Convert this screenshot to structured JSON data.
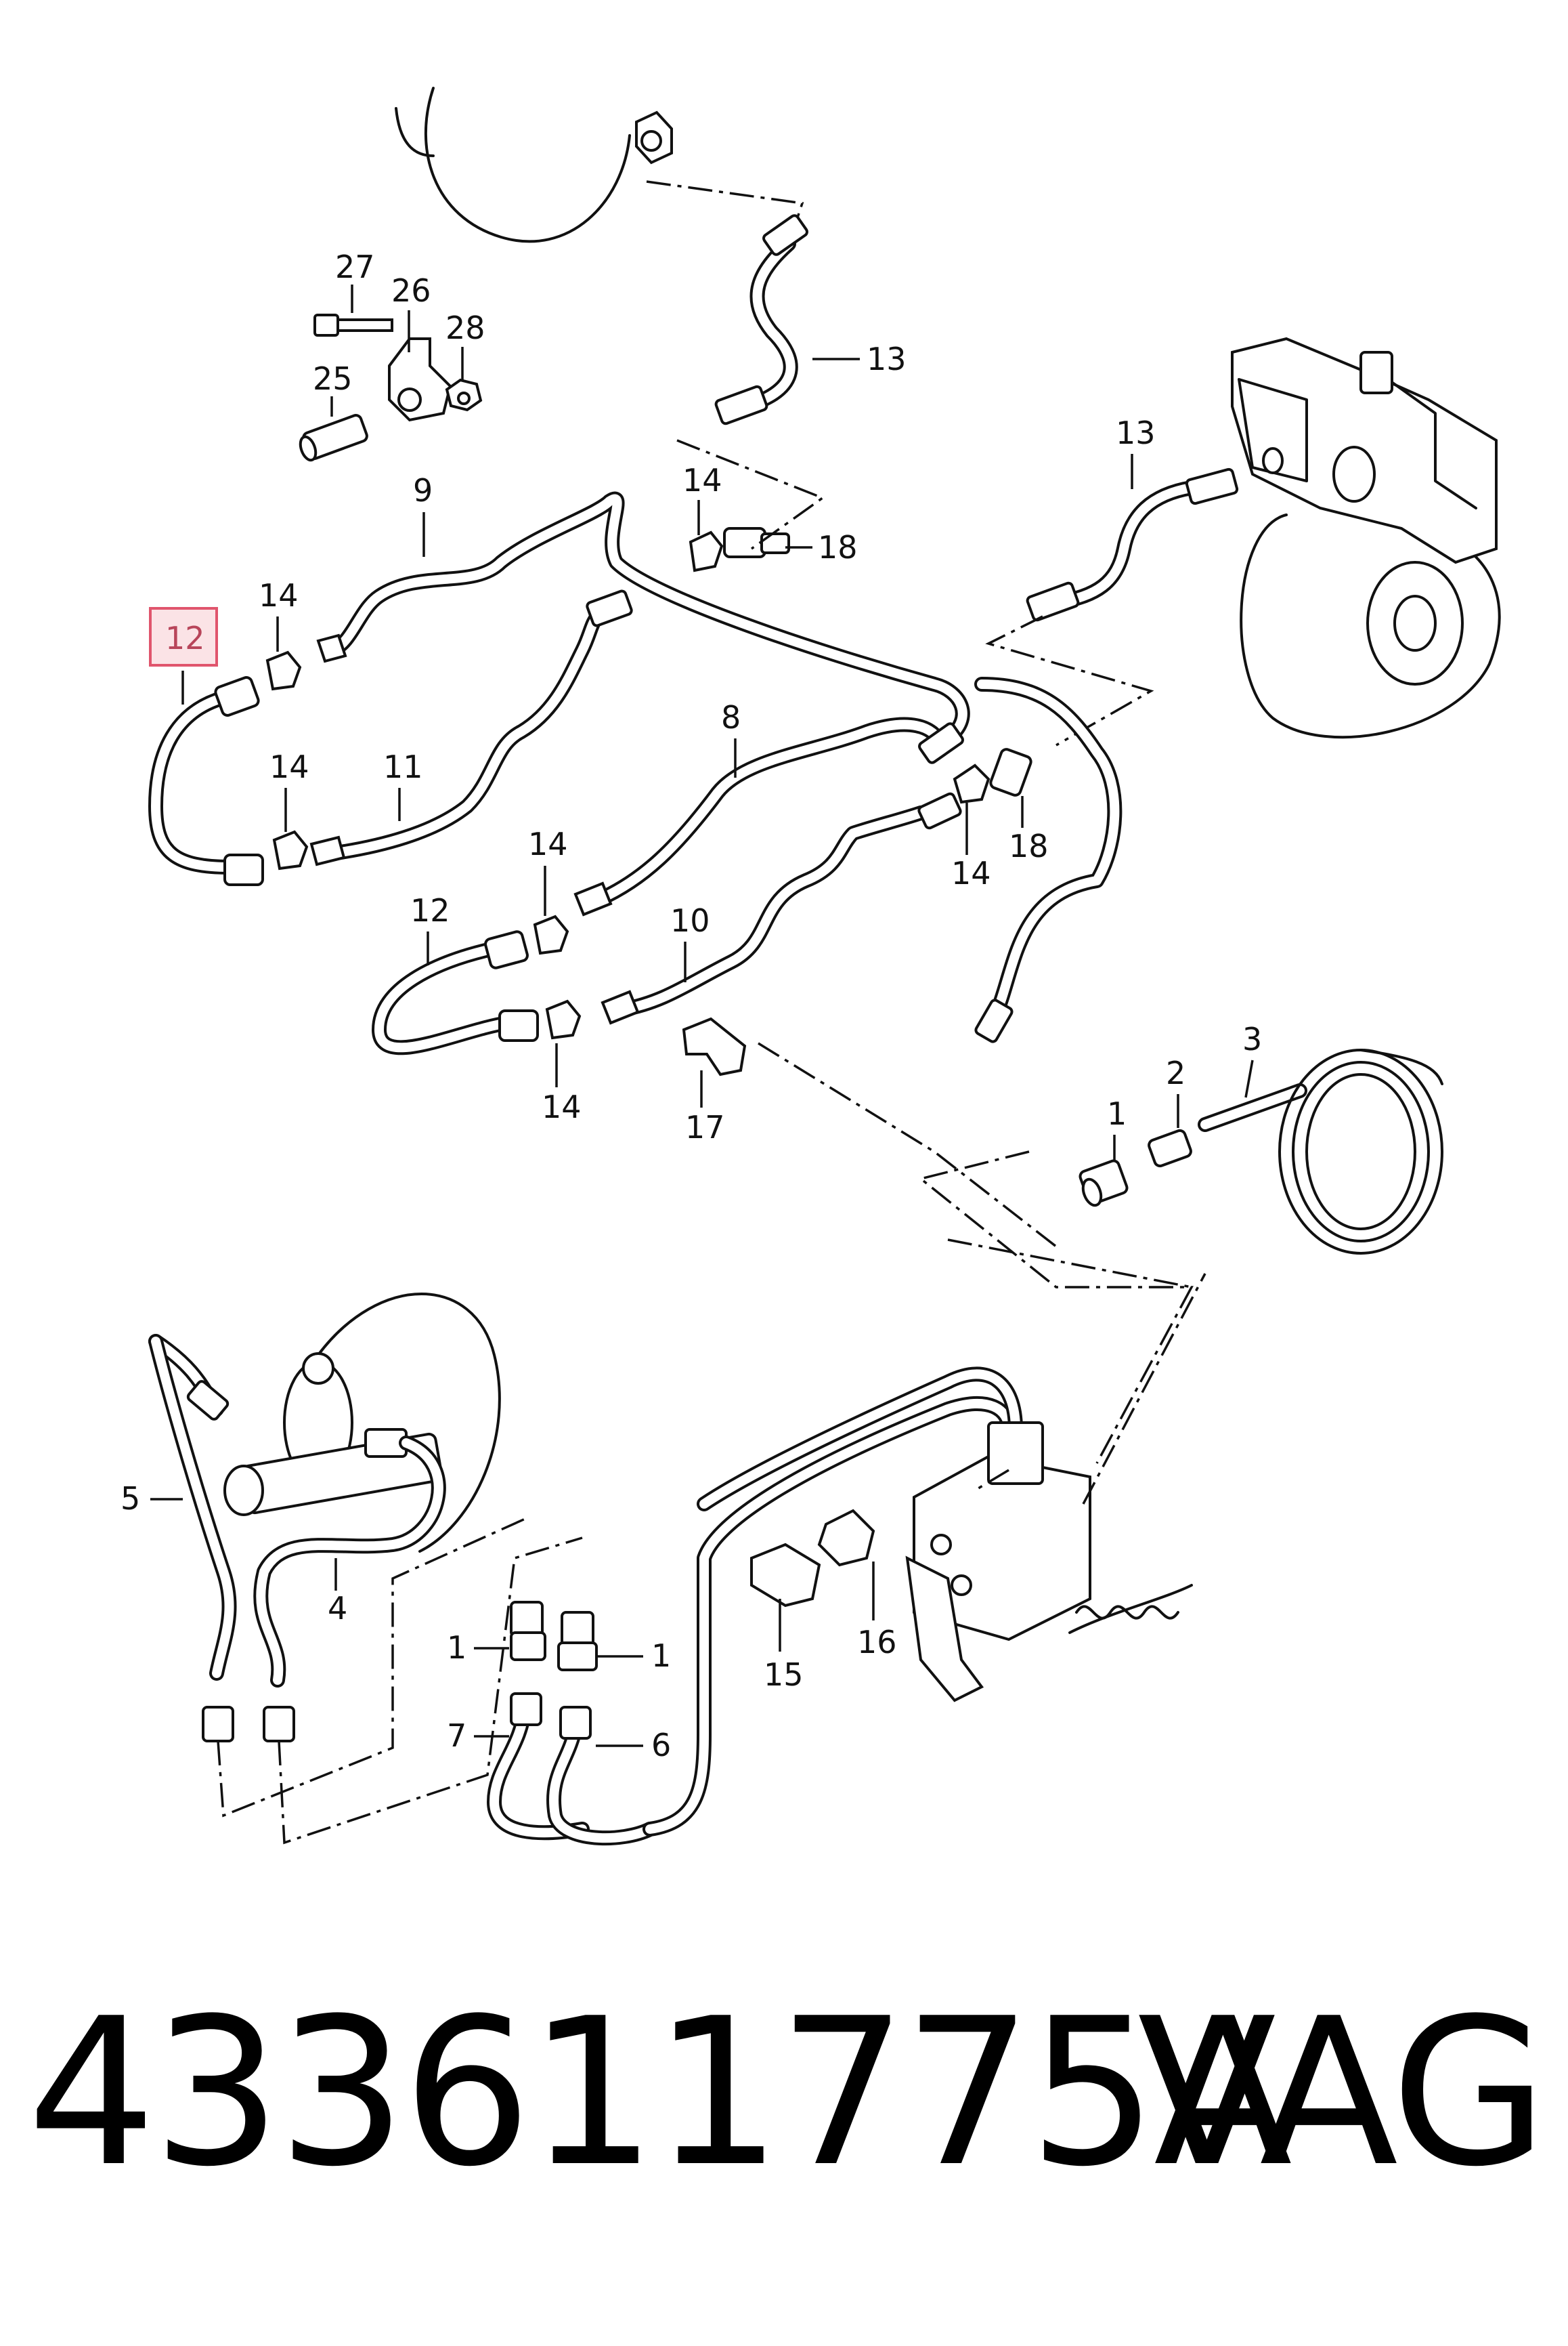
{
  "diagram": {
    "highlighted_label": "12",
    "labels": {
      "l1a": "1",
      "l1b": "1",
      "l1c": "1",
      "l2": "2",
      "l3": "3",
      "l4": "4",
      "l5": "5",
      "l6": "6",
      "l7": "7",
      "l8": "8",
      "l9": "9",
      "l10": "10",
      "l11": "11",
      "l12a": "12",
      "l12b": "12",
      "l13a": "13",
      "l13b": "13",
      "l14a": "14",
      "l14b": "14",
      "l14c": "14",
      "l14d": "14",
      "l14e": "14",
      "l14f": "14",
      "l15": "15",
      "l16": "16",
      "l17": "17",
      "l18a": "18",
      "l18b": "18",
      "l25": "25",
      "l26": "26",
      "l27": "27",
      "l28": "28"
    }
  },
  "footer": {
    "part_number": "433611775A",
    "manufacturer": "VAG"
  }
}
